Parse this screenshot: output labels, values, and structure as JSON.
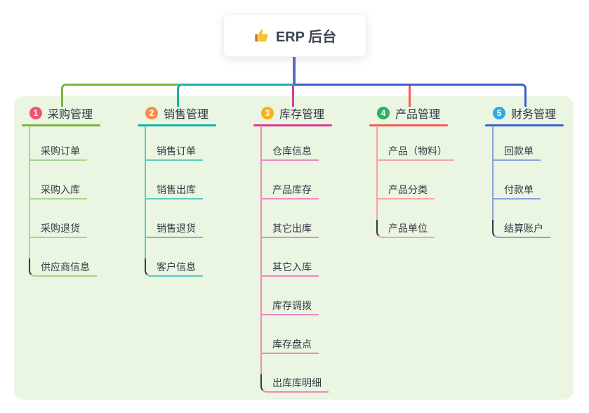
{
  "root": {
    "title": "ERP 后台",
    "icon": "thumbs-up-icon"
  },
  "colors": {
    "canvas_bg": "#ffffff",
    "panel_bg": "#eaf5e2",
    "root_line": "#5b6bc0",
    "node_text": "#333a45",
    "root_text": "#3c4353",
    "thumb_yellow": "#f6c331"
  },
  "branches": [
    {
      "number": "1",
      "label": "采购管理",
      "badge_color": "#f1566d",
      "line_color": "#7cb342",
      "child_line_color": "#a9d48b",
      "children": [
        "采购订单",
        "采购入库",
        "采购退货",
        "供应商信息"
      ]
    },
    {
      "number": "2",
      "label": "销售管理",
      "badge_color": "#fa8b4b",
      "line_color": "#17b3a8",
      "child_line_color": "#5fc9c0",
      "children": [
        "销售订单",
        "销售出库",
        "销售退货",
        "客户信息"
      ]
    },
    {
      "number": "3",
      "label": "库存管理",
      "badge_color": "#f9b115",
      "line_color": "#d63c97",
      "child_line_color": "#ef87c1",
      "children": [
        "仓库信息",
        "产品库存",
        "其它出库",
        "其它入库",
        "库存调拨",
        "库存盘点",
        "出库库明细"
      ]
    },
    {
      "number": "4",
      "label": "产品管理",
      "badge_color": "#2eb261",
      "line_color": "#f25c5c",
      "child_line_color": "#f7a3a3",
      "children": [
        "产品（物料）",
        "产品分类",
        "产品单位"
      ]
    },
    {
      "number": "5",
      "label": "财务管理",
      "badge_color": "#29ace3",
      "line_color": "#3f5fc5",
      "child_line_color": "#8ba0da",
      "children": [
        "回款单",
        "付款单",
        "结算账户"
      ]
    }
  ]
}
